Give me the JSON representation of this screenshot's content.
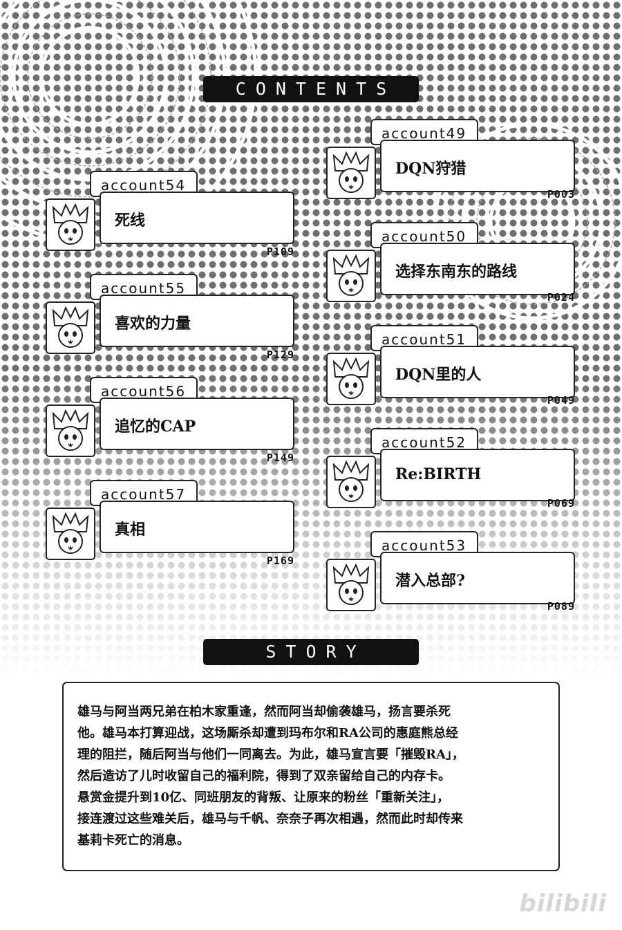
{
  "header": {
    "contents_label": "CONTENTS",
    "story_label": "STORY"
  },
  "entries": [
    {
      "account": "account49",
      "title": "DQN狩猎",
      "page": "P003"
    },
    {
      "account": "account50",
      "title": "选择东南东的路线",
      "page": "P024"
    },
    {
      "account": "account51",
      "title": "DQN里的人",
      "page": "P049"
    },
    {
      "account": "account52",
      "title": "Re:BIRTH",
      "page": "P069"
    },
    {
      "account": "account53",
      "title": "潜入总部?",
      "page": "P089"
    },
    {
      "account": "account54",
      "title": "死线",
      "page": "P109"
    },
    {
      "account": "account55",
      "title": "喜欢的力量",
      "page": "P129"
    },
    {
      "account": "account56",
      "title": "追忆的CAP",
      "page": "P149"
    },
    {
      "account": "account57",
      "title": "真相",
      "page": "P169"
    }
  ],
  "story": {
    "lines": [
      "雄马与阿当两兄弟在柏木家重逢，然而阿当却偷袭雄马，扬言要杀死",
      "他。雄马本打算迎战，这场厮杀却遭到玛布尔和RA公司的惠庭熊总经",
      "理的阻拦，随后阿当与他们一同离去。为此，雄马宣言要「摧毁RA」，",
      "然后造访了儿时收留自己的福利院，得到了双亲留给自己的内存卡。",
      "悬赏金提升到10亿、同班朋友的背叛、让原来的粉丝「重新关注」，",
      "接连渡过这些难关后，雄马与千帆、奈奈子再次相遇，然而此时却传来",
      "基莉卡死亡的消息。"
    ]
  },
  "watermark": "bilibili"
}
